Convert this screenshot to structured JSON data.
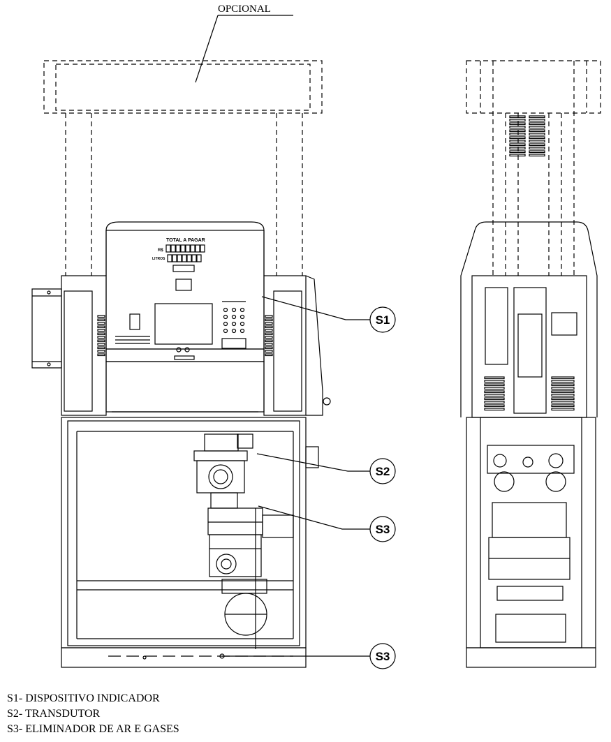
{
  "top_label": "OPCIONAL",
  "display": {
    "title": "TOTAL A PAGAR",
    "currency": "R$",
    "unit": "LITROS"
  },
  "callouts": [
    {
      "id": "s1",
      "label": "S1"
    },
    {
      "id": "s2",
      "label": "S2"
    },
    {
      "id": "s3a",
      "label": "S3"
    },
    {
      "id": "s3b",
      "label": "S3"
    }
  ],
  "legend": [
    "S1- DISPOSITIVO INDICADOR",
    "S2- TRANSDUTOR",
    "S3- ELIMINADOR DE AR E GASES"
  ]
}
